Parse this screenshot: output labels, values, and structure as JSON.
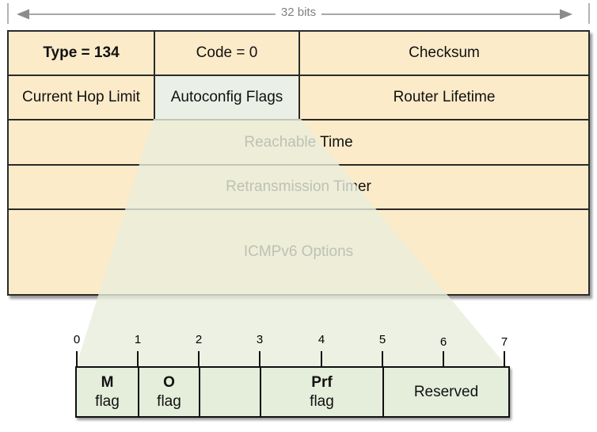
{
  "colors": {
    "table_bg": "#FCEBC9",
    "highlight_cell_bg": "#EAF0E5",
    "detail_box_bg": "#E5EDDB",
    "cone_fill": "#E9EEDC",
    "border_dark": "#2a2a2a",
    "arrow_gray": "#8c8c8c",
    "indicator_text_gray": "#808080"
  },
  "width_indicator": {
    "label": "32 bits"
  },
  "packet_table": {
    "row1": {
      "type": "Type = 134",
      "code": "Code = 0",
      "checksum": "Checksum"
    },
    "row2": {
      "hop_limit": "Current Hop Limit",
      "autoconfig": "Autoconfig Flags",
      "lifetime": "Router Lifetime"
    },
    "row3": {
      "label": "Reachable Time"
    },
    "row4": {
      "label": "Retransmission Timer"
    },
    "row5": {
      "label": "ICMPv6 Options"
    }
  },
  "bit_diagram": {
    "tick_labels": [
      "0",
      "1",
      "2",
      "3",
      "4",
      "5",
      "6",
      "7"
    ],
    "cells": [
      {
        "top": "M",
        "bottom": "flag"
      },
      {
        "top": "O",
        "bottom": "flag"
      },
      {
        "top": "",
        "bottom": ""
      },
      {
        "top": "Prf",
        "bottom": "flag"
      },
      {
        "top": "Reserved",
        "bottom": ""
      }
    ]
  }
}
